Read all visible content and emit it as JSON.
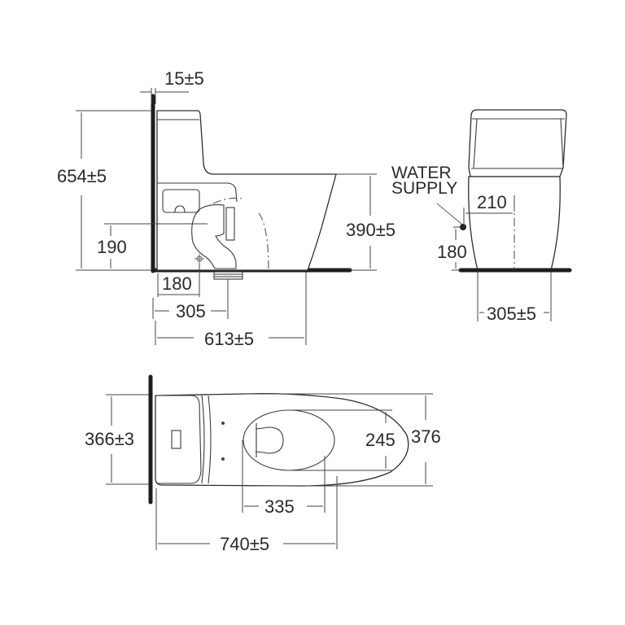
{
  "diagram": {
    "type": "technical-drawing",
    "subject": "one-piece toilet dimensions",
    "units": "mm",
    "colors": {
      "line": "#3a3a3a",
      "wall": "#1e1e1e",
      "text": "#2a2a2a",
      "background": "#ffffff"
    }
  },
  "side_view": {
    "dimensions": {
      "wall_gap": "15±5",
      "total_height": "654±5",
      "outlet_height": "190",
      "outlet_from_wall": "180",
      "drain_center": "305",
      "total_depth": "613±5",
      "bowl_rim_height": "390±5"
    }
  },
  "front_view": {
    "labels": {
      "water_supply_line1": "WATER",
      "water_supply_line2": "SUPPLY"
    },
    "dimensions": {
      "supply_offset": "210",
      "supply_height": "180",
      "base_width": "305±5"
    }
  },
  "top_view": {
    "dimensions": {
      "tank_width": "366±3",
      "seat_opening_width": "245",
      "overall_width": "376",
      "seat_opening_length": "335",
      "overall_length": "740±5"
    }
  }
}
